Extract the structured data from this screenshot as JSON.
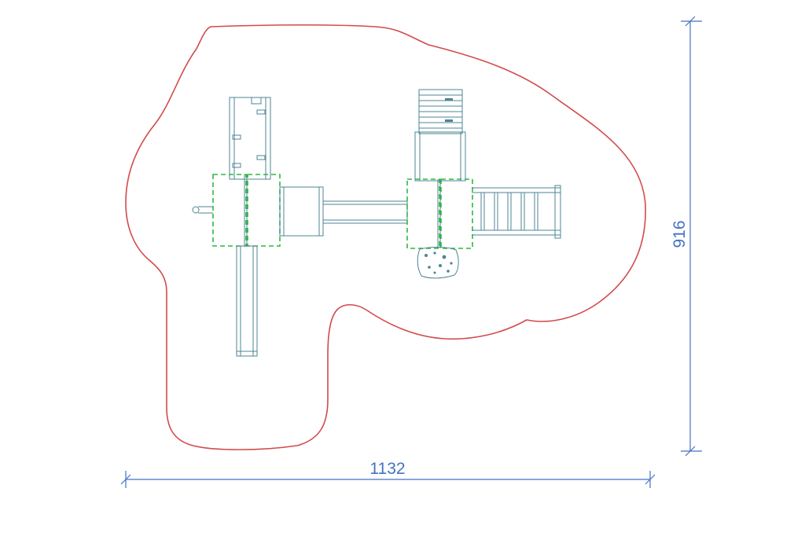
{
  "drawing": {
    "type": "playground-equipment-plan-view",
    "dimensions": {
      "width_label": "1132",
      "height_label": "916"
    },
    "colors": {
      "background": "#ffffff",
      "boundary": "#d44a4a",
      "equipment": "#4e8494",
      "platform": "#2eb841",
      "dimension": "#4472c4"
    }
  }
}
